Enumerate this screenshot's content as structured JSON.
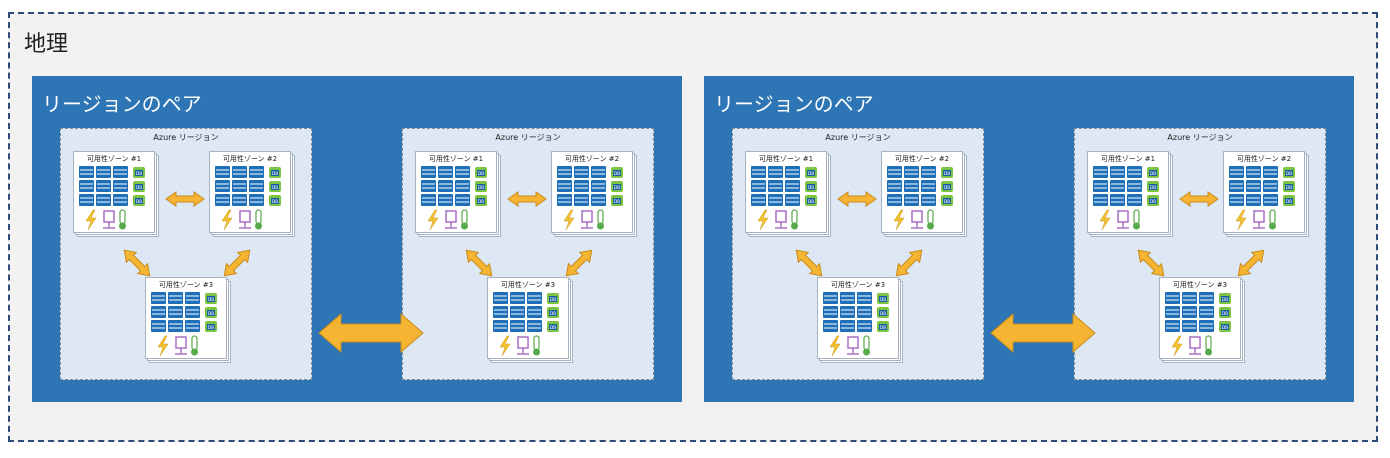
{
  "geography": {
    "title": "地理"
  },
  "pairs": [
    {
      "title": "リージョンのペア",
      "regions": [
        {
          "title": "Azure リージョン",
          "zones": [
            "可用性ゾーン #1",
            "可用性ゾーン #2",
            "可用性ゾーン #3"
          ]
        },
        {
          "title": "Azure リージョン",
          "zones": [
            "可用性ゾーン #1",
            "可用性ゾーン #2",
            "可用性ゾーン #3"
          ]
        }
      ]
    },
    {
      "title": "リージョンのペア",
      "regions": [
        {
          "title": "Azure リージョン",
          "zones": [
            "可用性ゾーン #1",
            "可用性ゾーン #2",
            "可用性ゾーン #3"
          ]
        },
        {
          "title": "Azure リージョン",
          "zones": [
            "可用性ゾーン #1",
            "可用性ゾーン #2",
            "可用性ゾーン #3"
          ]
        }
      ]
    }
  ],
  "db_label": "DB",
  "icons": {
    "server": "server-rack-icon",
    "database": "database-icon",
    "power": "lightning-icon",
    "network": "network-icon",
    "cooling": "thermometer-icon"
  },
  "colors": {
    "geography_border": "#2f4a78",
    "geography_bg": "#f2f2f2",
    "pair_bg": "#2e75b6",
    "region_bg": "#dde8f4",
    "arrow_fill": "#f5b533",
    "arrow_stroke": "#c98b1a",
    "server_blue": "#1e6fb8",
    "db_green": "#7dc442",
    "power_yellow": "#f2c230",
    "network_purple": "#a86ec4",
    "thermo_green": "#57a84a"
  }
}
